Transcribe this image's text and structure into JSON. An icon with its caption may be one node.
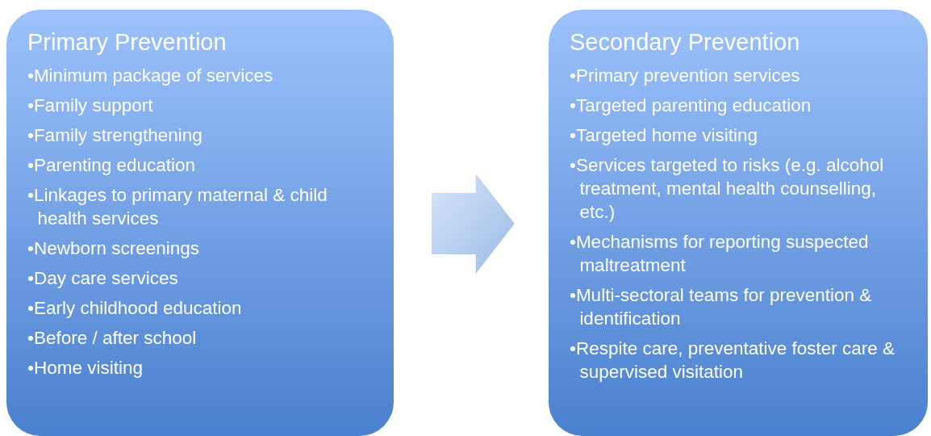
{
  "diagram": {
    "nodes": [
      {
        "text": [
          "Primary Prevention",
          "•Minimum package of services",
          "•Family support",
          "•Family strengthening",
          "•Parenting education",
          "•Linkages to primary maternal & child health services",
          "•Newborn screenings",
          "•Day care services",
          "•Early childhood education",
          "•Before / after school",
          "•Home visiting"
        ]
      },
      {
        "text": [
          "Secondary Prevention",
          "•Primary prevention services",
          "•Targeted parenting education",
          "•Targeted home visiting",
          "•Services targeted to risks (e.g. alcohol treatment, mental health counselling, etc.)",
          "•Mechanisms for reporting suspected maltreatment",
          "•Multi-sectoral teams for prevention & identification",
          "•Respite care, preventative foster care & supervised visitation"
        ]
      }
    ],
    "edges": [
      {
        "from": 0,
        "to": 1,
        "arrow": "to",
        "style": "thick"
      }
    ]
  }
}
